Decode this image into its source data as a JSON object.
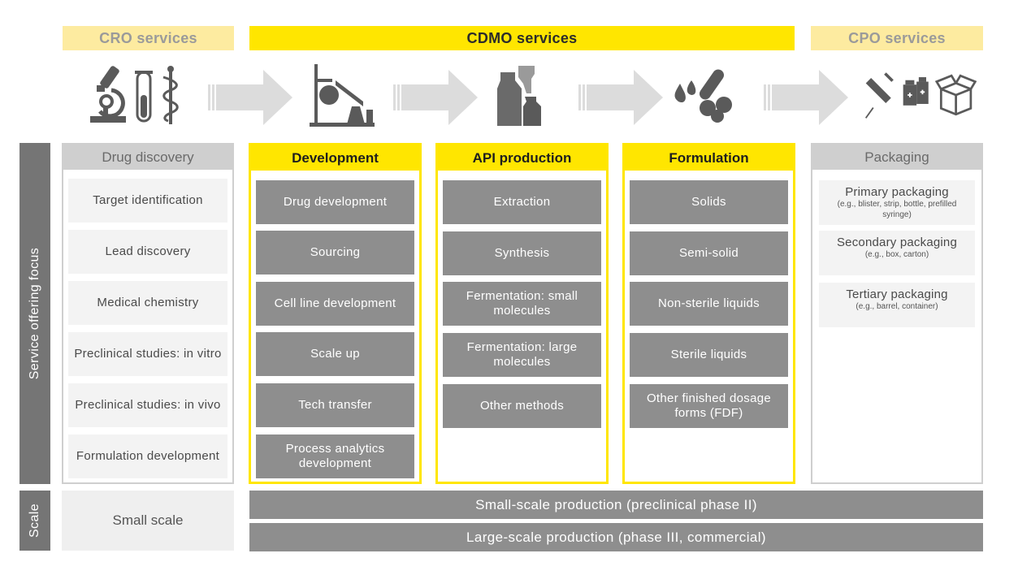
{
  "headers": {
    "cro": "CRO services",
    "cdmo": "CDMO services",
    "cpo": "CPO services"
  },
  "icons": {
    "cro": [
      "microscope-icon",
      "test-tube-icon",
      "caduceus-icon"
    ],
    "development": [
      "lab-apparatus-icon"
    ],
    "api": [
      "bottles-icon"
    ],
    "formulation": [
      "drops-and-pills-icon"
    ],
    "cpo": [
      "syringe-icon",
      "medicine-bottles-icon",
      "box-icon"
    ]
  },
  "side_labels": {
    "focus": "Service offering focus",
    "scale": "Scale"
  },
  "columns": {
    "drug_discovery": {
      "title": "Drug discovery",
      "items": [
        "Target identification",
        "Lead discovery",
        "Medical chemistry",
        "Preclinical studies: in vitro",
        "Preclinical studies: in vivo",
        "Formulation development"
      ]
    },
    "development": {
      "title": "Development",
      "items": [
        "Drug development",
        "Sourcing",
        "Cell line development",
        "Scale up",
        "Tech transfer",
        "Process analytics development"
      ]
    },
    "api_production": {
      "title": "API production",
      "items": [
        "Extraction",
        "Synthesis",
        "Fermentation: small molecules",
        "Fermentation: large molecules",
        "Other methods"
      ]
    },
    "formulation": {
      "title": "Formulation",
      "items": [
        "Solids",
        "Semi-solid",
        "Non-sterile liquids",
        "Sterile liquids",
        "Other finished dosage forms (FDF)"
      ]
    },
    "packaging": {
      "title": "Packaging",
      "items": [
        {
          "title": "Primary packaging",
          "sub": "(e.g., blister, strip, bottle, prefilled syringe)"
        },
        {
          "title": "Secondary packaging",
          "sub": "(e.g., box, carton)"
        },
        {
          "title": "Tertiary packaging",
          "sub": "(e.g., barrel, container)"
        }
      ]
    }
  },
  "scale": {
    "small": "Small scale",
    "small_production": "Small-scale production (preclinical phase II)",
    "large_production": "Large-scale production (phase III, commercial)"
  },
  "colors": {
    "yellow": "#ffe600",
    "light_yellow": "#fdeba0",
    "dark_gray": "#757575",
    "box_gray": "#8e8e8e",
    "light_gray": "#f3f3f3"
  }
}
